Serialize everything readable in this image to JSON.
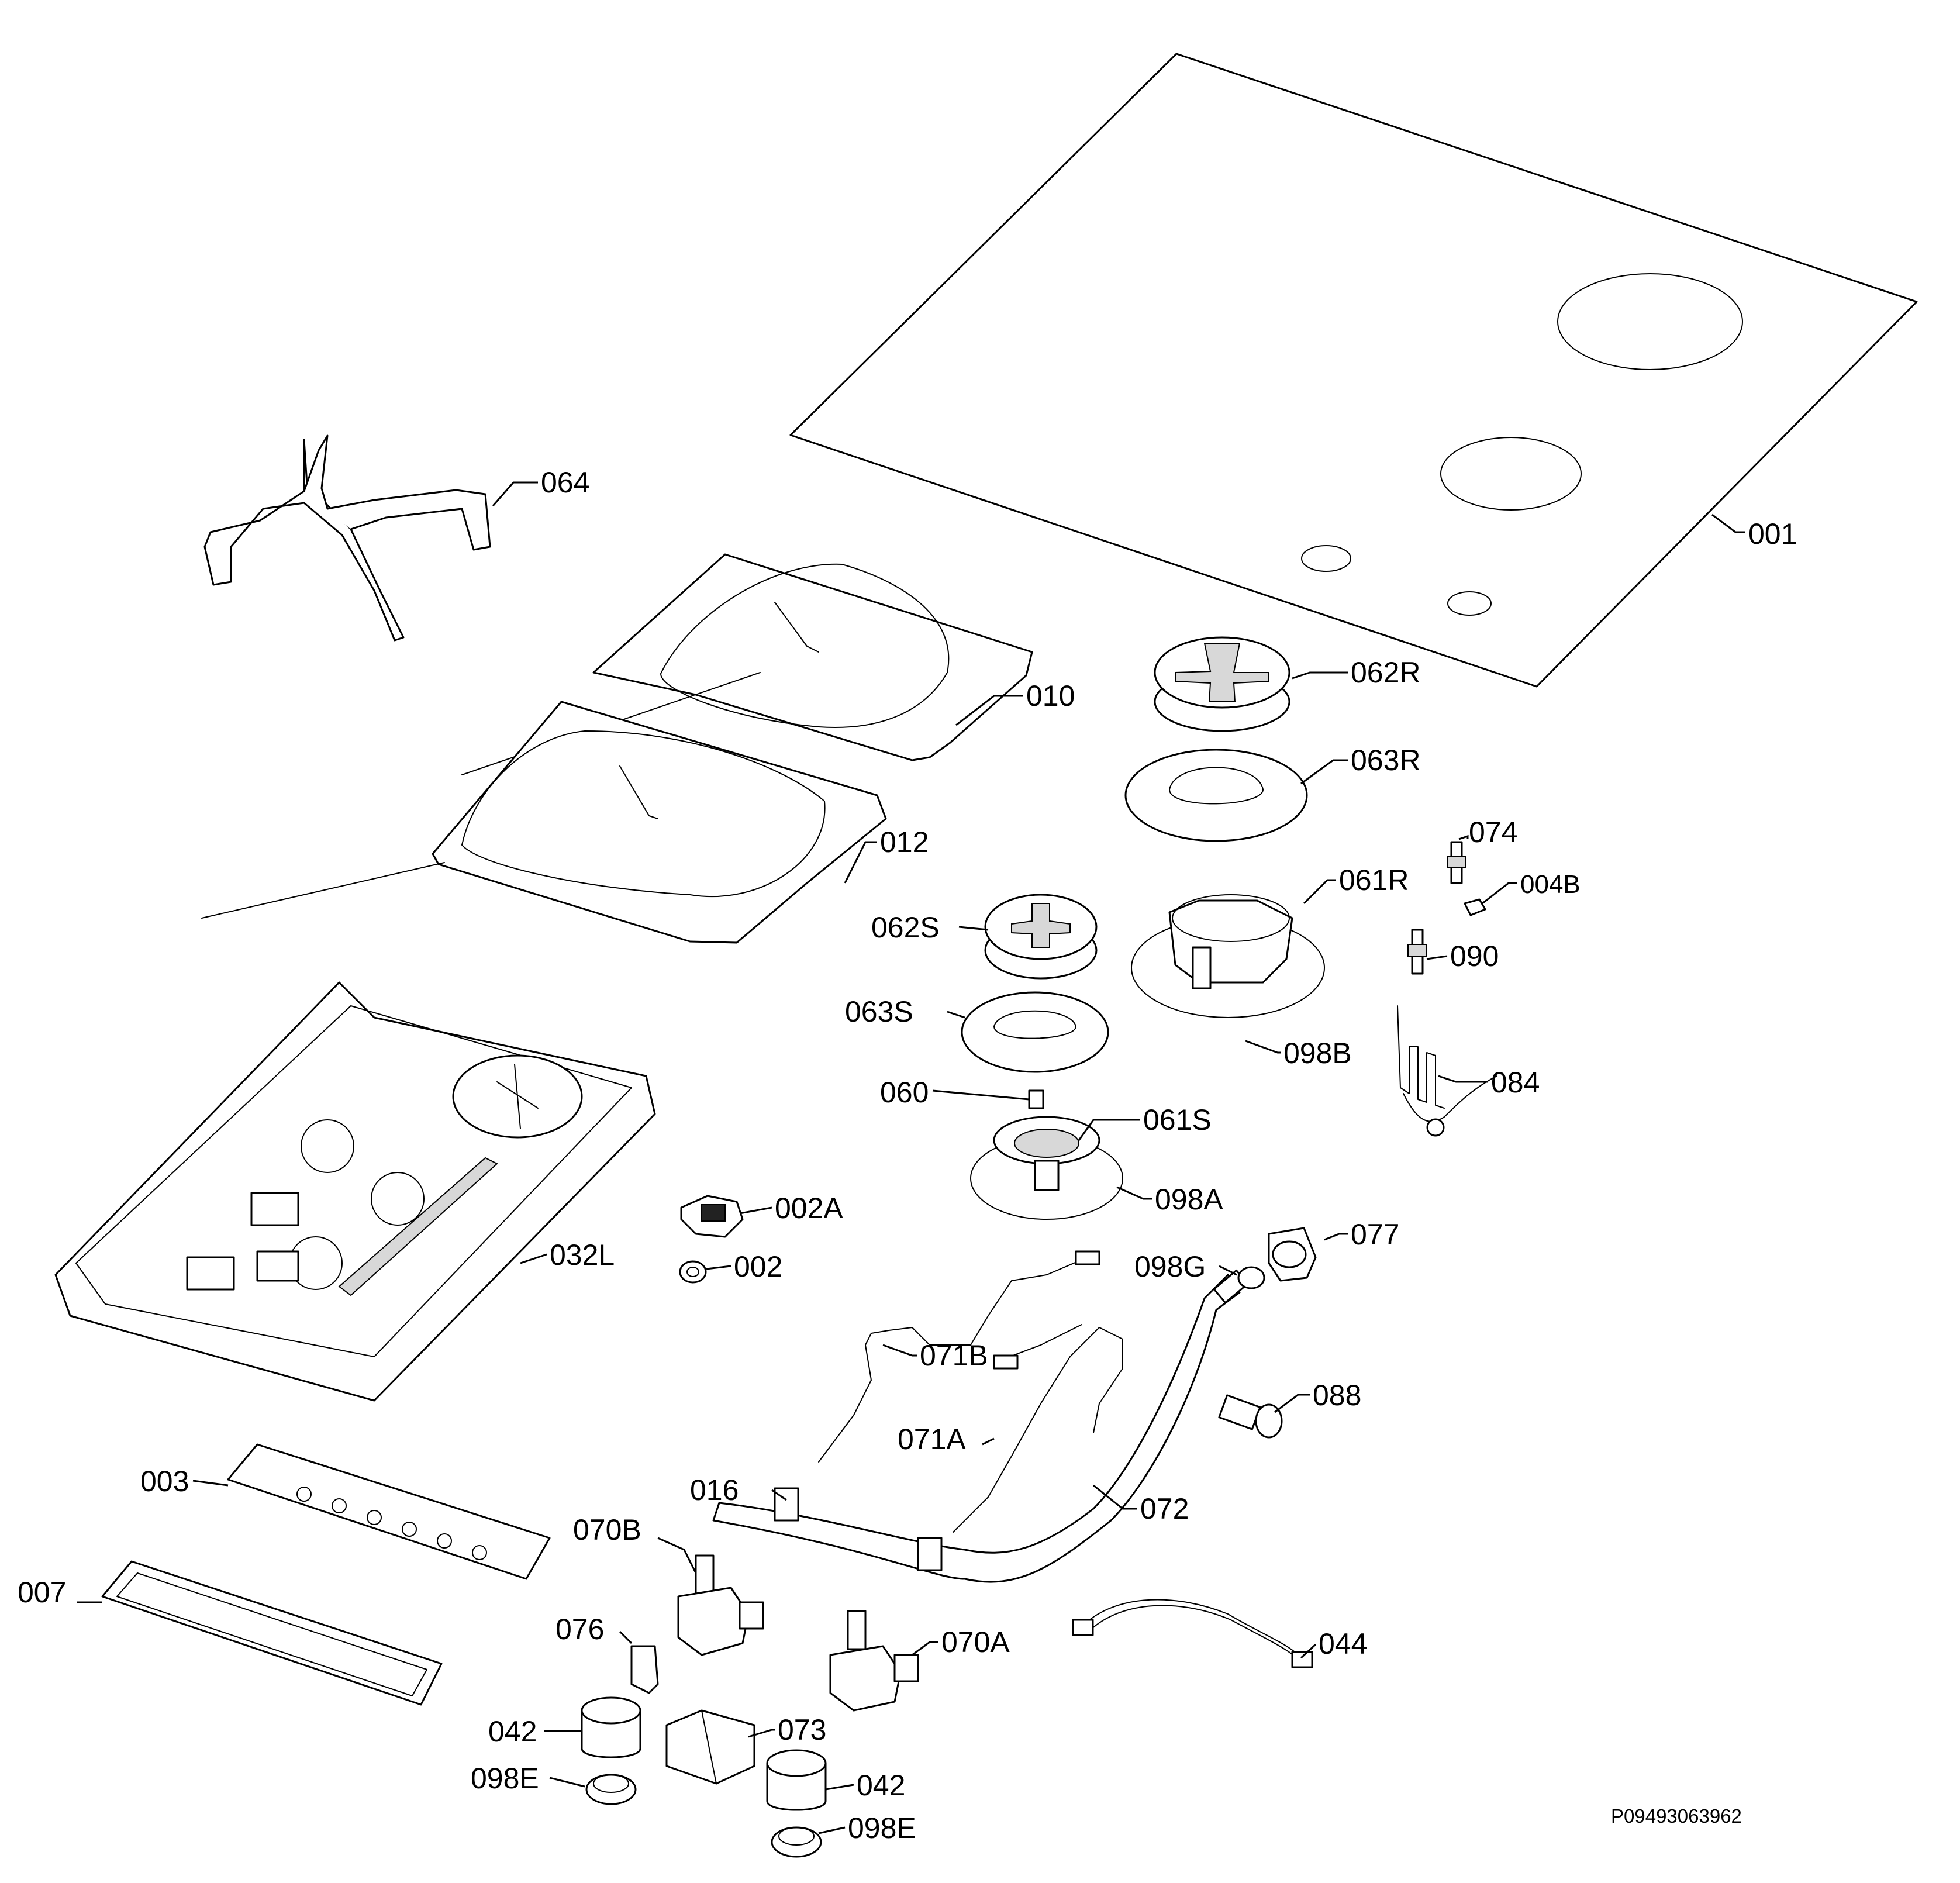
{
  "diagram": {
    "reference_code": "P09493063962",
    "labels": {
      "l001": "001",
      "l064": "064",
      "l010": "010",
      "l012": "012",
      "l062R": "062R",
      "l063R": "063R",
      "l074": "074",
      "l004B": "004B",
      "l061R": "061R",
      "l062S": "062S",
      "l090": "090",
      "l063S": "063S",
      "l098B": "098B",
      "l084": "084",
      "l060": "060",
      "l061S": "061S",
      "l098A": "098A",
      "l002A": "002A",
      "l032L": "032L",
      "l002": "002",
      "l098G": "098G",
      "l077": "077",
      "l071B": "071B",
      "l088": "088",
      "l071A": "071A",
      "l003": "003",
      "l016": "016",
      "l072": "072",
      "l070B": "070B",
      "l007": "007",
      "l076": "076",
      "l070A": "070A",
      "l044": "044",
      "l042a": "042",
      "l073": "073",
      "l098E_a": "098E",
      "l042b": "042",
      "l098E_b": "098E"
    }
  }
}
